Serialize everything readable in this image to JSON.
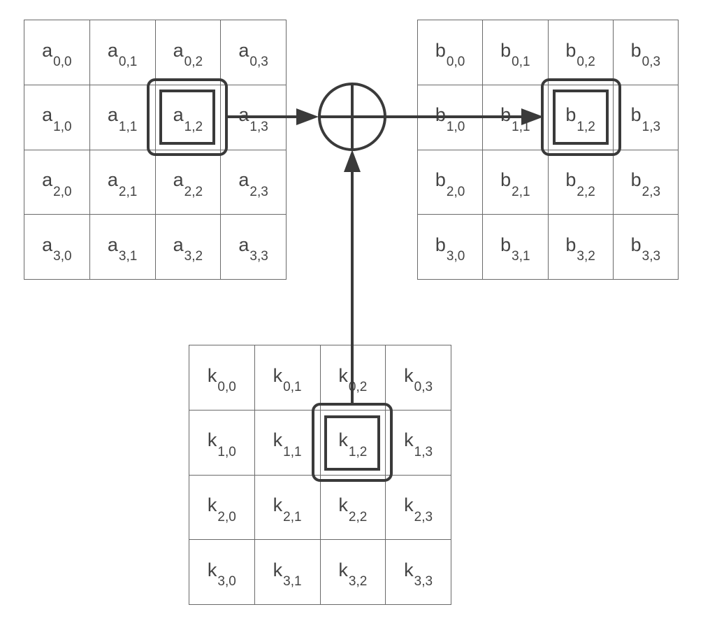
{
  "matrices": {
    "a": {
      "letter": "a",
      "rows": [
        [
          {
            "s": "0,0"
          },
          {
            "s": "0,1"
          },
          {
            "s": "0,2"
          },
          {
            "s": "0,3"
          }
        ],
        [
          {
            "s": "1,0"
          },
          {
            "s": "1,1"
          },
          {
            "s": "1,2"
          },
          {
            "s": "1,3"
          }
        ],
        [
          {
            "s": "2,0"
          },
          {
            "s": "2,1"
          },
          {
            "s": "2,2"
          },
          {
            "s": "2,3"
          }
        ],
        [
          {
            "s": "3,0"
          },
          {
            "s": "3,1"
          },
          {
            "s": "3,2"
          },
          {
            "s": "3,3"
          }
        ]
      ],
      "highlighted_cell": "1,2"
    },
    "b": {
      "letter": "b",
      "rows": [
        [
          {
            "s": "0,0"
          },
          {
            "s": "0,1"
          },
          {
            "s": "0,2"
          },
          {
            "s": "0,3"
          }
        ],
        [
          {
            "s": "1,0"
          },
          {
            "s": "1,1"
          },
          {
            "s": "1,2"
          },
          {
            "s": "1,3"
          }
        ],
        [
          {
            "s": "2,0"
          },
          {
            "s": "2,1"
          },
          {
            "s": "2,2"
          },
          {
            "s": "2,3"
          }
        ],
        [
          {
            "s": "3,0"
          },
          {
            "s": "3,1"
          },
          {
            "s": "3,2"
          },
          {
            "s": "3,3"
          }
        ]
      ],
      "highlighted_cell": "1,2"
    },
    "k": {
      "letter": "k",
      "rows": [
        [
          {
            "s": "0,0"
          },
          {
            "s": "0,1"
          },
          {
            "s": "0,2"
          },
          {
            "s": "0,3"
          }
        ],
        [
          {
            "s": "1,0"
          },
          {
            "s": "1,1"
          },
          {
            "s": "1,2"
          },
          {
            "s": "1,3"
          }
        ],
        [
          {
            "s": "2,0"
          },
          {
            "s": "2,1"
          },
          {
            "s": "2,2"
          },
          {
            "s": "2,3"
          }
        ],
        [
          {
            "s": "3,0"
          },
          {
            "s": "3,1"
          },
          {
            "s": "3,2"
          },
          {
            "s": "3,3"
          }
        ]
      ],
      "highlighted_cell": "1,2"
    }
  },
  "operator": {
    "icon": "xor-circle-icon"
  },
  "colors": {
    "line": "#3a3a3a",
    "grid": "#6a6a6a",
    "text": "#444444"
  }
}
